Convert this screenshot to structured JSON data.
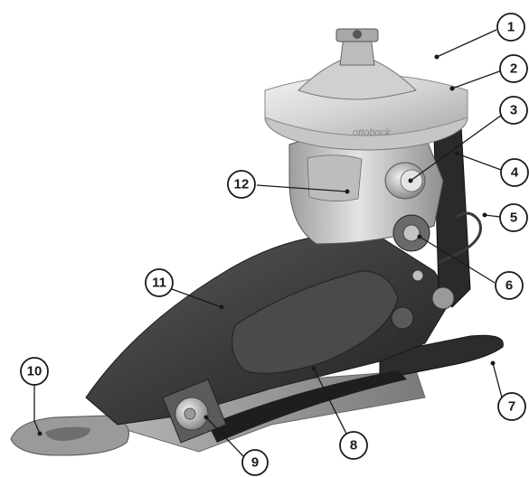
{
  "figure": {
    "subject": "prosthetic-foot-exploded-render",
    "colors": {
      "background": "#ffffff",
      "adapter_translucent": "#d9d9d9",
      "housing_light": "#c8c8c8",
      "body_dark": "#3a3a3a",
      "spring_dark": "#2a2a2a",
      "label_stroke": "#1a1a1a"
    },
    "engraving": "ottobock"
  },
  "callouts": [
    {
      "id": "1",
      "label": "1"
    },
    {
      "id": "2",
      "label": "2"
    },
    {
      "id": "3",
      "label": "3"
    },
    {
      "id": "4",
      "label": "4"
    },
    {
      "id": "5",
      "label": "5"
    },
    {
      "id": "6",
      "label": "6"
    },
    {
      "id": "7",
      "label": "7"
    },
    {
      "id": "8",
      "label": "8"
    },
    {
      "id": "9",
      "label": "9"
    },
    {
      "id": "10",
      "label": "10"
    },
    {
      "id": "11",
      "label": "11"
    },
    {
      "id": "12",
      "label": "12"
    }
  ]
}
